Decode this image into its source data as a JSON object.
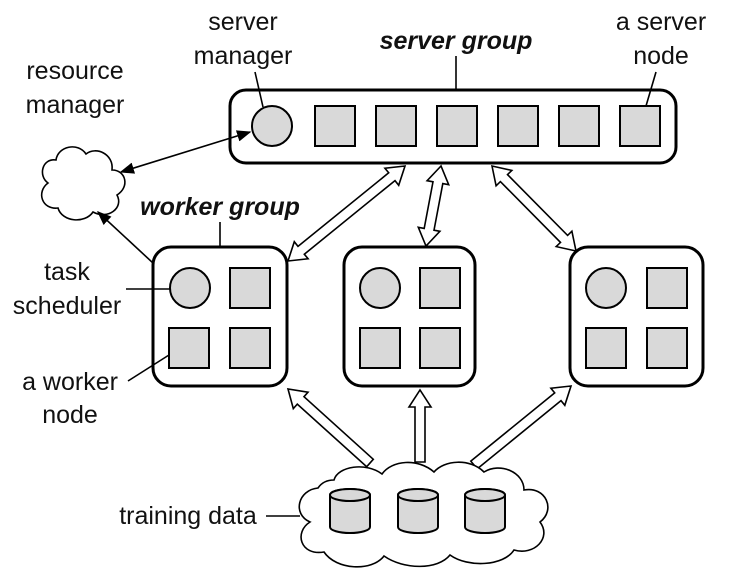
{
  "server_group": {
    "title": "server group",
    "manager_label_line1": "server",
    "manager_label_line2": "manager",
    "node_label_line1": "a server",
    "node_label_line2": "node"
  },
  "resource_manager": {
    "label_line1": "resource",
    "label_line2": "manager"
  },
  "worker_group": {
    "title": "worker group",
    "scheduler_label_line1": "task",
    "scheduler_label_line2": "scheduler",
    "node_label_line1": "a worker",
    "node_label_line2": "node"
  },
  "training_data": {
    "label": "training data"
  },
  "colors": {
    "node_fill": "#d9d9d9",
    "outline": "#000000",
    "background": "#ffffff"
  }
}
